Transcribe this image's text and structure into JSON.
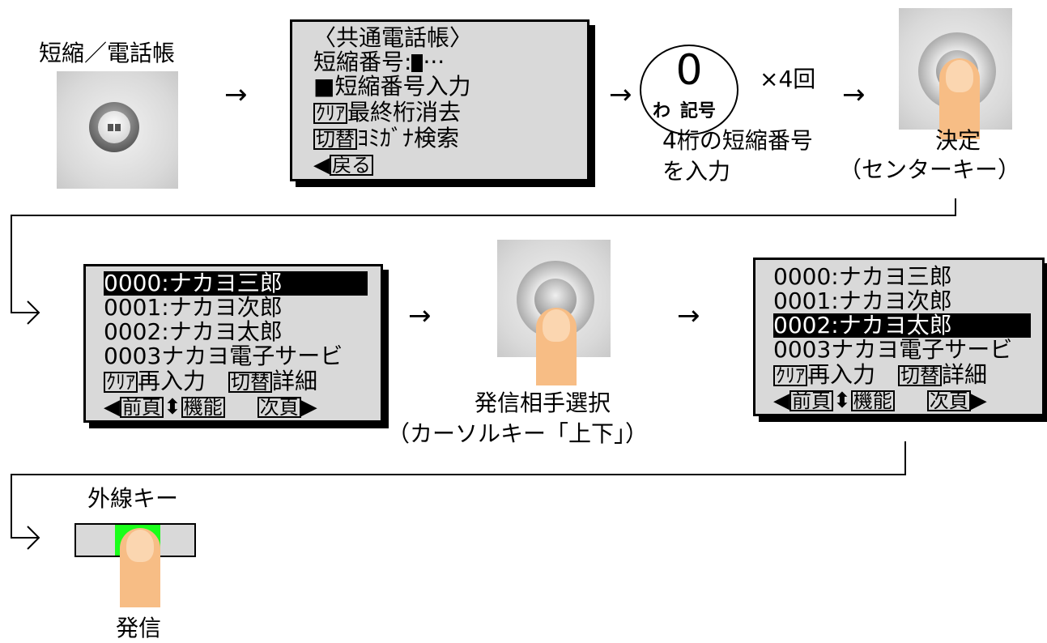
{
  "step1": {
    "label": "短縮／電話帳"
  },
  "screen1": {
    "line1": "〈共通電話帳〉",
    "line2_label": "短縮番号:",
    "line2_suffix": "···",
    "line3": "■短縮番号入力",
    "line4_key": "ｸﾘｱ",
    "line4_text": "最終桁消去",
    "line5_key": "切替",
    "line5_text": "ﾖﾐｶﾞﾅ検索",
    "line6_key": "戻る"
  },
  "key0": {
    "digit": "0",
    "sub_kana": "わ",
    "sub_symbol": "記号",
    "repeat": "×4回",
    "caption_line1": "4桁の短縮番号",
    "caption_line2": "を入力"
  },
  "confirm": {
    "caption_line1": "決定",
    "caption_line2": "（センターキー）"
  },
  "list_screen": {
    "rows": [
      "0000:ナカヨ三郎",
      "0001:ナカヨ次郎",
      "0002:ナカヨ太郎",
      "0003ナカヨ電子サービ"
    ],
    "clear_key": "ｸﾘｱ",
    "reenter": "再入力",
    "switch_key": "切替",
    "detail": "詳細",
    "prev_key": "前頁",
    "func_key": "機能",
    "next_key": "次頁"
  },
  "select": {
    "caption_line1": "発信相手選択",
    "caption_line2": "（カーソルキー「上下」）"
  },
  "outside": {
    "label": "外線キー",
    "caption": "発信"
  },
  "arrow_symbol": "→",
  "colors": {
    "lcd_bg": "#d9d9d9",
    "finger": "#f7bd85",
    "line_key_lit": "#1aff1a"
  }
}
